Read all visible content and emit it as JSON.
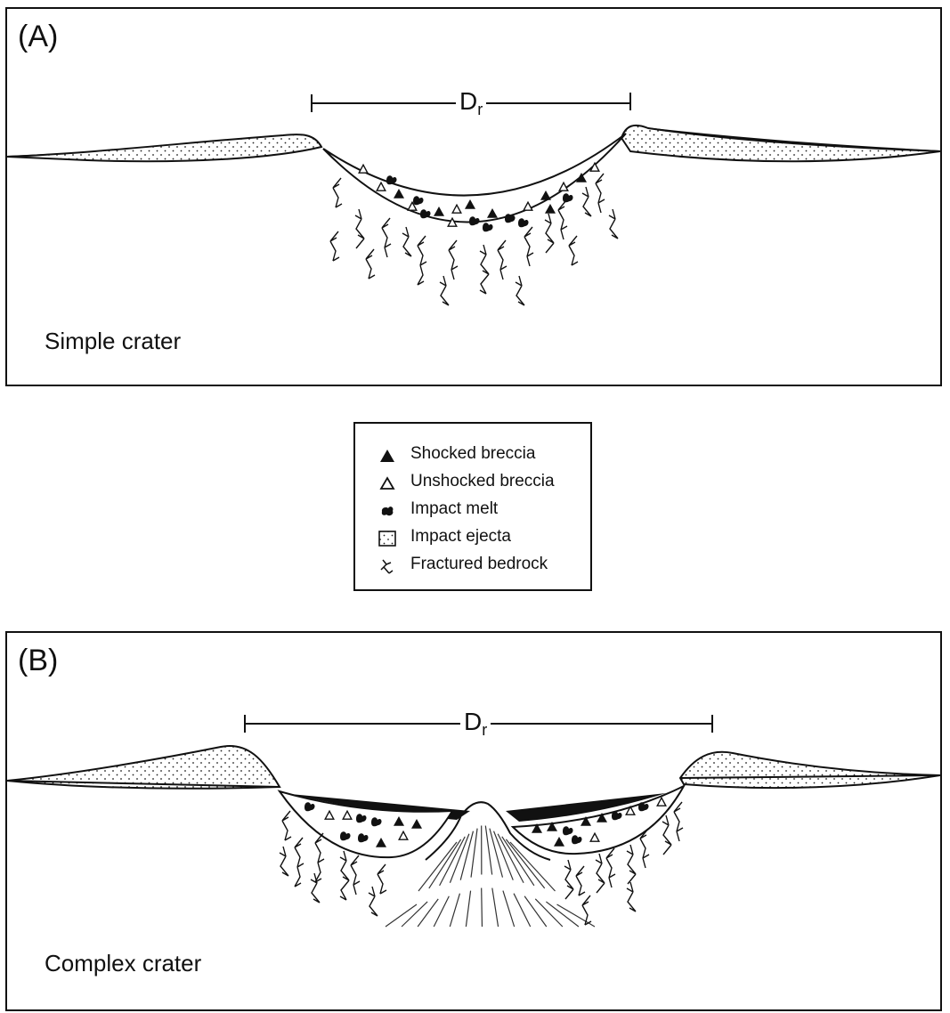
{
  "panel_a": {
    "label": "(A)",
    "caption": "Simple crater",
    "dim_letter": "D",
    "dim_sub": "r"
  },
  "panel_b": {
    "label": "(B)",
    "caption": "Complex crater",
    "dim_letter": "D",
    "dim_sub": "r"
  },
  "legend": {
    "items": [
      {
        "label": "Shocked breccia",
        "icon": "filled-triangle-icon"
      },
      {
        "label": "Unshocked breccia",
        "icon": "open-triangle-icon"
      },
      {
        "label": "Impact melt",
        "icon": "melt-blob-icon"
      },
      {
        "label": "Impact ejecta",
        "icon": "stippled-square-icon"
      },
      {
        "label": "Fractured bedrock",
        "icon": "fracture-icon"
      }
    ]
  },
  "colors": {
    "ink": "#111111",
    "background": "#ffffff"
  }
}
